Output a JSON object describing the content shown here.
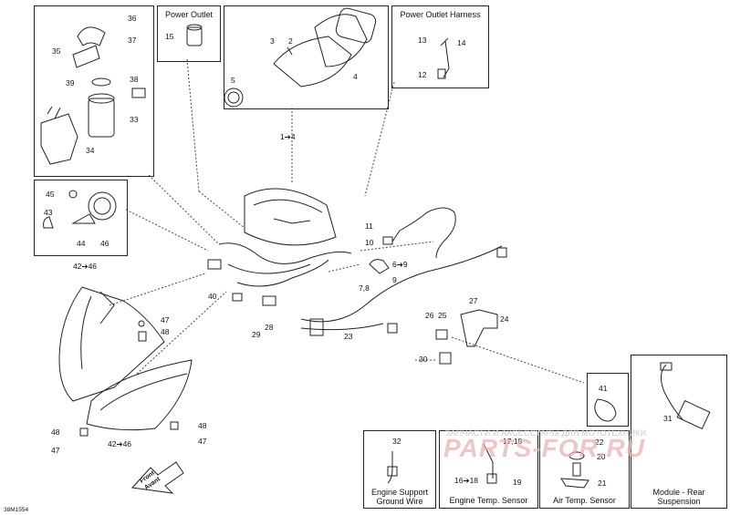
{
  "boxes": {
    "power_outlet": "Power Outlet",
    "power_outlet_harness": "Power Outlet Harness",
    "engine_support": "Engine Support\nGround Wire",
    "engine_temp": "Engine Temp. Sensor",
    "air_temp": "Air Temp. Sensor",
    "module_rear": "Module - Rear\nSuspension"
  },
  "labels": {
    "l36": "36",
    "l37": "37",
    "l35": "35",
    "l39": "39",
    "l38": "38",
    "l33": "33",
    "l34": "34",
    "l15": "15",
    "l3": "3",
    "l2": "2",
    "l5": "5",
    "l4": "4",
    "l13": "13",
    "l14": "14",
    "l12": "12",
    "l1_4": "1➔4",
    "l45": "45",
    "l43": "43",
    "l44": "44",
    "l46": "46",
    "l42_46_top": "42➔46",
    "l11": "11",
    "l10": "10",
    "l6_9": "6➔9",
    "l7_8": "7,8",
    "l9": "9",
    "l40": "40",
    "l29": "29",
    "l28": "28",
    "l23": "23",
    "l47a": "47",
    "l48a": "48",
    "l26": "26",
    "l25": "25",
    "l27": "27",
    "l24": "24",
    "l30": "30",
    "l48b": "48",
    "l47b": "47",
    "l42_46_bot": "42➔46",
    "l48c": "48",
    "l47c": "47",
    "l32": "32",
    "l17_18": "17,18",
    "l16_18": "16➔18",
    "l19": "19",
    "l22": "22",
    "l20": "20",
    "l21": "21",
    "l41": "41",
    "l31": "31"
  },
  "front_arrow": "Front\nAvant",
  "watermark_top": "ЗАПЧАСТИ И АКСЕССУАРЫ ДЛЯ МОТОТЕХНИКИ",
  "watermark_main": "PARTS-FOR.RU",
  "diagram_code": "38M1554"
}
